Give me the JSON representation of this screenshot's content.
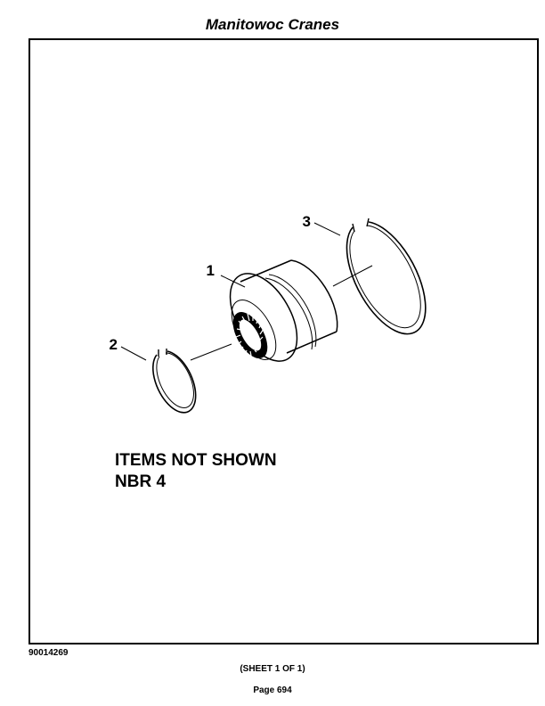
{
  "header": {
    "title": "Manitowoc Cranes"
  },
  "callouts": [
    {
      "number": "1"
    },
    {
      "number": "2"
    },
    {
      "number": "3"
    }
  ],
  "note": {
    "line1": "ITEMS NOT SHOWN",
    "line2": "NBR 4"
  },
  "footer": {
    "drawing_number": "90014269",
    "sheet": "(SHEET 1 OF 1)",
    "page": "Page 694"
  }
}
